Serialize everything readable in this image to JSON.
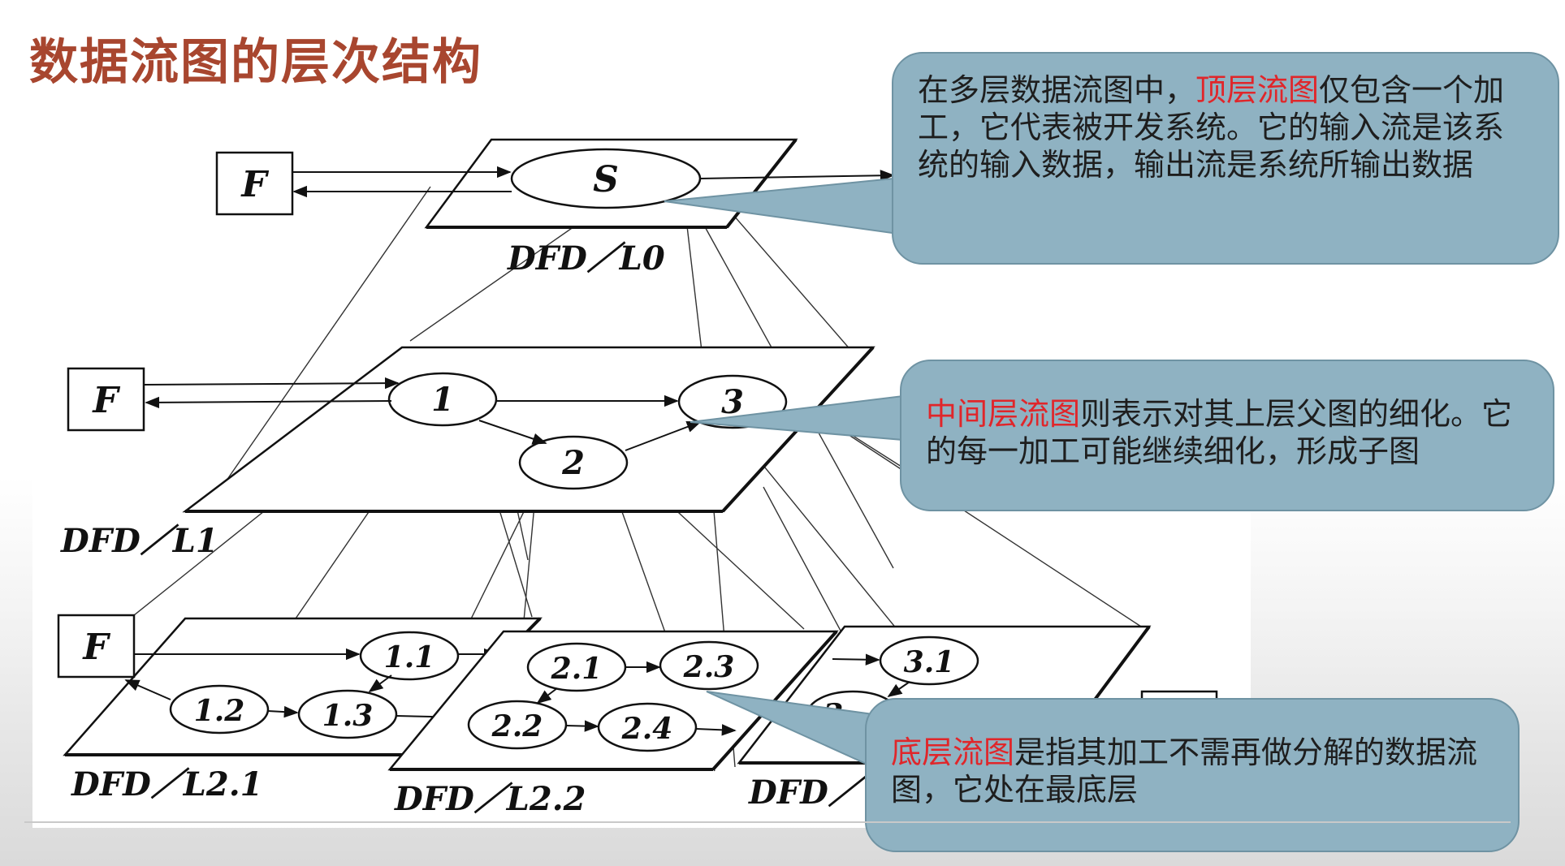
{
  "title": "数据流图的层次结构",
  "diagram": {
    "ext_entity": "F",
    "top_process": "S",
    "levels": {
      "l0": "DFD／L0",
      "l1": "DFD／L1",
      "l21": "DFD／L2.1",
      "l22": "DFD／L2.2",
      "l23": "DFD／"
    },
    "processes": {
      "p1": "1",
      "p2": "2",
      "p3": "3",
      "p11": "1.1",
      "p12": "1.2",
      "p13": "1.3",
      "p21": "2.1",
      "p22": "2.2",
      "p23": "2.3",
      "p24": "2.4",
      "p31": "3.1",
      "p3x": "3."
    }
  },
  "callouts": {
    "top": {
      "before": "在多层数据流图中，",
      "highlight": "顶层流图",
      "after": "仅包含一个加工，它代表被开发系统。它的输入流是该系统的输入数据，输出流是系统所输出数据"
    },
    "middle": {
      "highlight": "中间层流图",
      "after": "则表示对其上层父图的细化。它的每一加工可能继续细化，形成子图"
    },
    "bottom": {
      "highlight": "底层流图",
      "after": "是指其加工不需再做分解的数据流图，它处在最底层"
    }
  }
}
